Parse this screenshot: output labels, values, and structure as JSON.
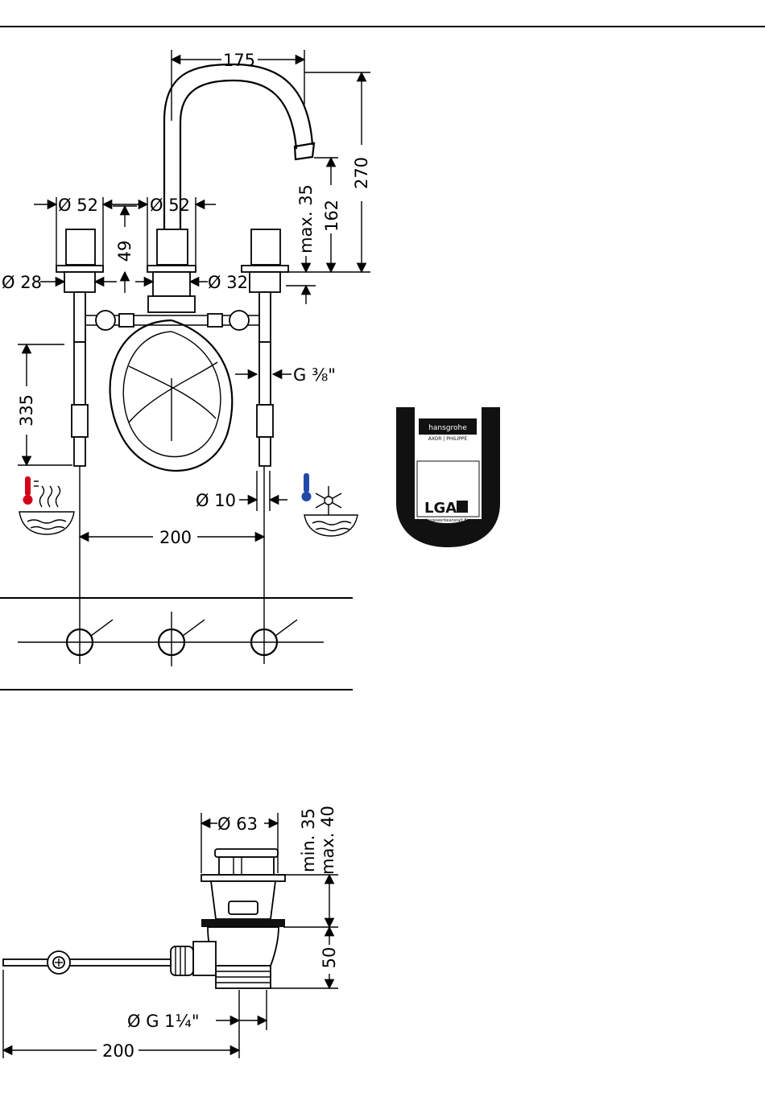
{
  "faucet": {
    "dim_spout_reach": "175",
    "dim_total_height": "270",
    "dim_spout_height": "162",
    "dim_max_deck": "max. 35",
    "dim_handle_dia": "Ø 52",
    "dim_body_dia": "Ø 52",
    "dim_handle_height": "49",
    "dim_base_left": "Ø 28",
    "dim_base_right": "Ø 32",
    "dim_hose_length": "335",
    "dim_thread": "G ⅜\"",
    "dim_hole": "Ø 10",
    "dim_spacing": "200"
  },
  "badge": {
    "brand": "hansgrohe",
    "line": "AXOR | PHILIPPE",
    "cert": "LGA",
    "cert_sub": "Landesgewerbeanstalt Bayern",
    "colors": {
      "outer": "#111111",
      "accent": "#ffffff"
    }
  },
  "drain": {
    "dim_plug_dia": "Ø 63",
    "dim_min": "min. 35",
    "dim_max": "max. 40",
    "dim_height": "50",
    "dim_outlet": "Ø G 1¼\"",
    "dim_rod": "200"
  },
  "icons": {
    "hot": "thermometer-hot-icon",
    "cold": "thermometer-cold-icon",
    "snow": "snowflake-icon",
    "steam": "steam-basin-icon"
  },
  "colors": {
    "hot": "#d4001a",
    "cold": "#1f4aa8"
  }
}
